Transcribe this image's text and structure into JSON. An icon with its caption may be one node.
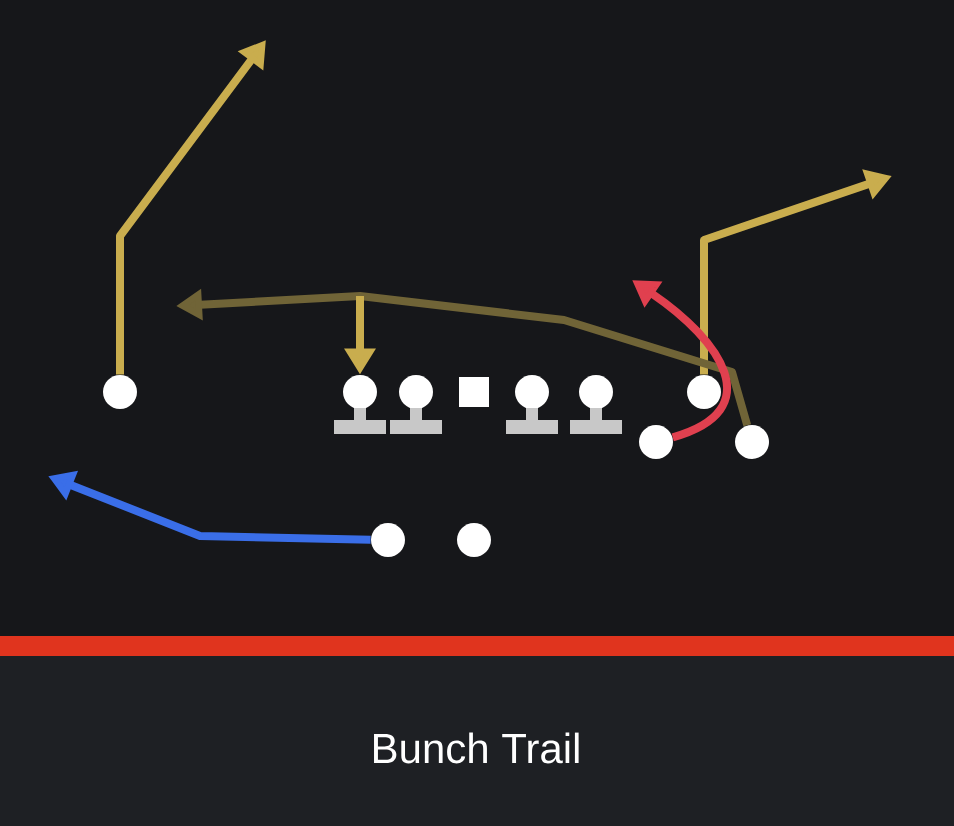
{
  "diagram": {
    "title": "Bunch Trail",
    "nodes": [
      {
        "text": [],
        "shape": "circle"
      },
      {
        "text": [],
        "shape": "circle"
      },
      {
        "text": [],
        "shape": "circle"
      },
      {
        "text": [],
        "shape": "box"
      },
      {
        "text": [],
        "shape": "circle"
      },
      {
        "text": [],
        "shape": "circle"
      },
      {
        "text": [],
        "shape": "circle"
      },
      {
        "text": [],
        "shape": "circle"
      },
      {
        "text": [],
        "shape": "circle"
      },
      {
        "text": [],
        "shape": "circle"
      },
      {
        "text": [],
        "shape": "circle"
      }
    ],
    "edges": [
      {
        "from": 0,
        "to": null,
        "arrow": "to"
      },
      {
        "from": 6,
        "to": null,
        "arrow": "to"
      },
      {
        "from": 8,
        "to": null,
        "arrow": "to",
        "color": "#706437"
      },
      {
        "from": null,
        "to": 1,
        "arrow": "to"
      },
      {
        "from": 7,
        "to": null,
        "arrow": "to",
        "color": "#e0404f"
      },
      {
        "from": 9,
        "to": null,
        "arrow": "to",
        "color": "#3a6ee8"
      }
    ]
  }
}
